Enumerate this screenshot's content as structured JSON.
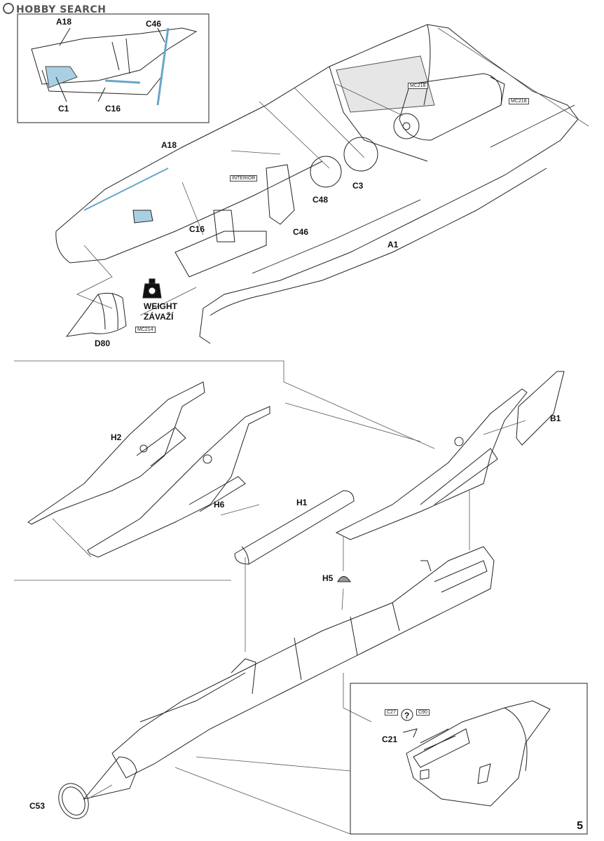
{
  "watermark": "HOBBY SEARCH",
  "page_number": "5",
  "parts": {
    "a18_inset": "A18",
    "c46_inset": "C46",
    "c1": "C1",
    "c16_inset": "C16",
    "a18": "A18",
    "interior": "INTERIOR",
    "mc218_a": "MC218",
    "mc218_b": "MC218",
    "c3": "C3",
    "c48": "C48",
    "c16": "C16",
    "c46": "C46",
    "a1": "A1",
    "weight_en": "WEIGHT",
    "weight_cz": "ZÁVAŽÍ",
    "mc214": "MC214",
    "d80": "D80",
    "h2": "H2",
    "h6": "H6",
    "h1": "H1",
    "b1": "B1",
    "h5": "H5",
    "c27": "C27",
    "c90": "C90",
    "c21": "C21",
    "c53": "C53"
  }
}
